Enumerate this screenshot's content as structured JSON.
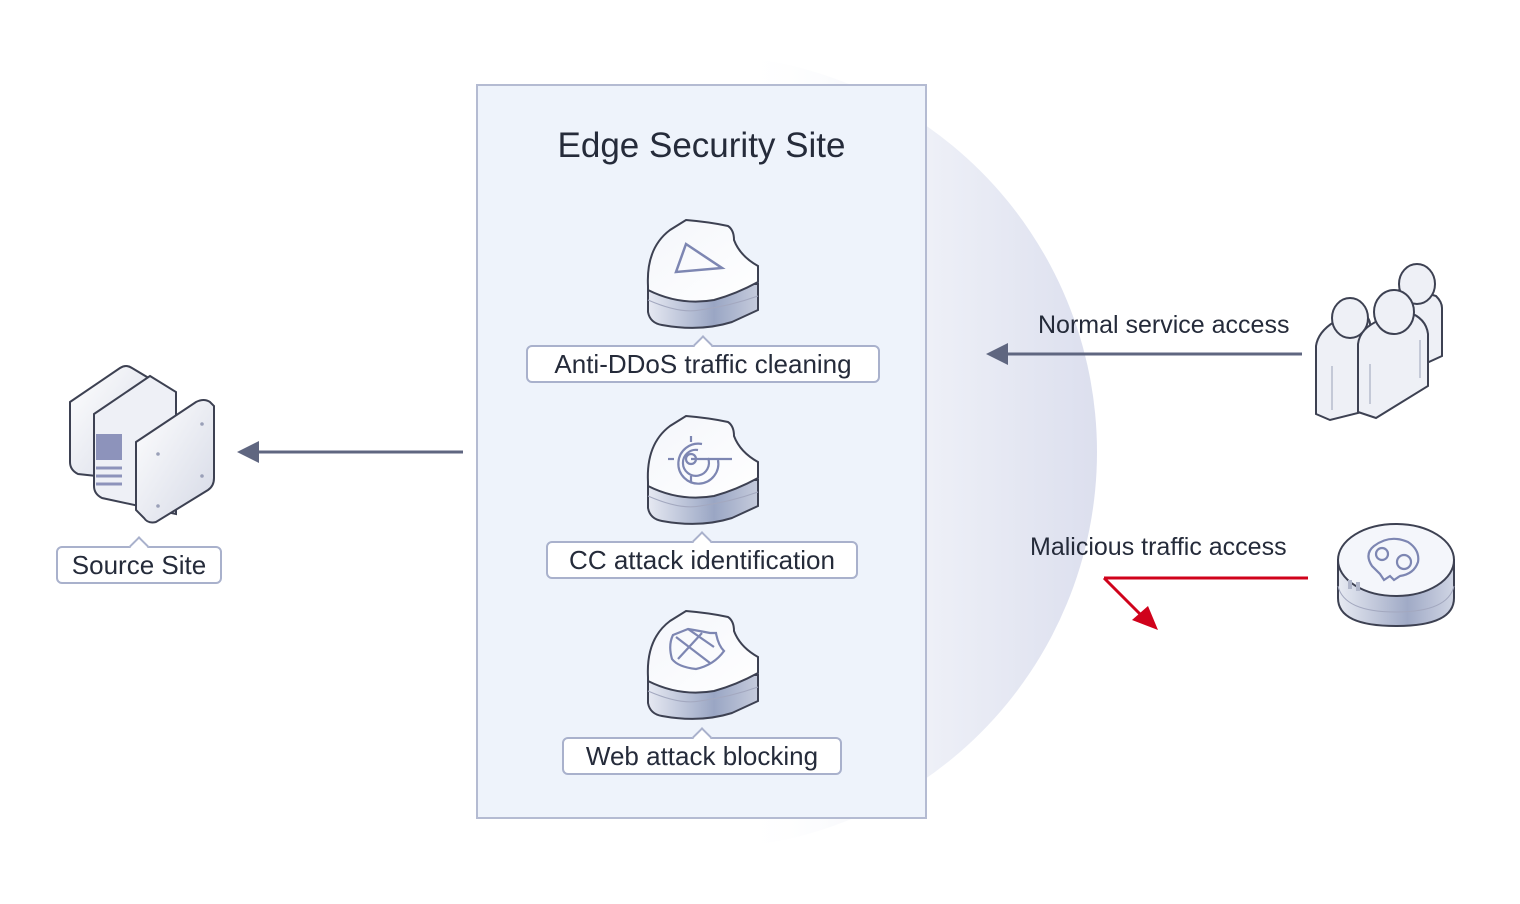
{
  "diagram": {
    "edge_site": {
      "title": "Edge Security Site",
      "features": [
        {
          "label": "Anti-DDoS traffic cleaning",
          "icon": "triangle-shield-icon"
        },
        {
          "label": "CC attack identification",
          "icon": "target-shield-icon"
        },
        {
          "label": "Web attack blocking",
          "icon": "web-shield-icon"
        }
      ]
    },
    "source_site": {
      "label": "Source Site",
      "icon": "server-icon"
    },
    "flows": {
      "normal": {
        "label": "Normal service access",
        "source_icon": "users-icon",
        "color": "#5f6680"
      },
      "malicious": {
        "label": "Malicious traffic access",
        "source_icon": "skull-device-icon",
        "color": "#d0021b"
      },
      "to_source": {
        "color": "#5f6680"
      }
    },
    "colors": {
      "box_fill": "#eef3fb",
      "box_border": "#b4bbd2",
      "text": "#252b3a"
    }
  }
}
